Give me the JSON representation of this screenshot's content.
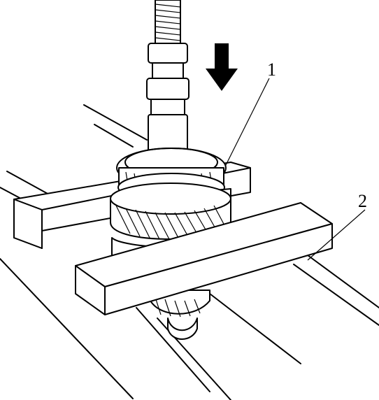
{
  "figure": {
    "callouts": [
      {
        "id": "1",
        "label": "1"
      },
      {
        "id": "2",
        "label": "2"
      }
    ],
    "press_direction": "down",
    "icons": {
      "arrow": "press-direction-arrow-icon"
    }
  }
}
